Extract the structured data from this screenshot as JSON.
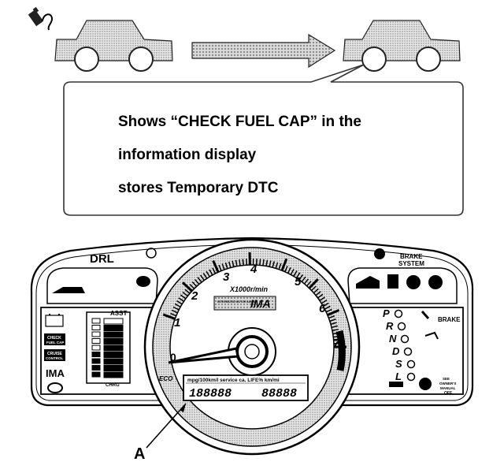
{
  "callout": {
    "line1": "Shows “CHECK FUEL CAP” in the",
    "line2": "information display",
    "line3": "stores Temporary DTC"
  },
  "cluster": {
    "drl": "DRL",
    "brake_system": [
      "BRAKE",
      "SYSTEM"
    ],
    "rpm_unit": "X1000r/min",
    "ima_logo": "IMA",
    "ima_small_text": "INTEGRATED MOTOR ASSIST",
    "tach_numbers": [
      "1",
      "2",
      "3",
      "4",
      "5",
      "6",
      "7"
    ],
    "tach_zero": "0",
    "asst": "ASST",
    "chrg": "CHRG",
    "ima_indicator": "IMA",
    "check_fuel_cap": [
      "CHECK",
      "FUEL CAP"
    ],
    "cruise_control": [
      "CRUISE",
      "CONTROL"
    ],
    "gears": [
      "P",
      "R",
      "N",
      "D",
      "S",
      "L"
    ],
    "brake_label": "BRAKE",
    "eco_label": "ECO",
    "display_top": "mpg/100km/l  service ca. LIFE% km/mi",
    "display_digits_left": "188888",
    "display_digits_right": "88888",
    "see_owners": [
      "SEE",
      "OWNER'S",
      "MANUAL",
      "OFF"
    ]
  },
  "pointer_label": "A"
}
